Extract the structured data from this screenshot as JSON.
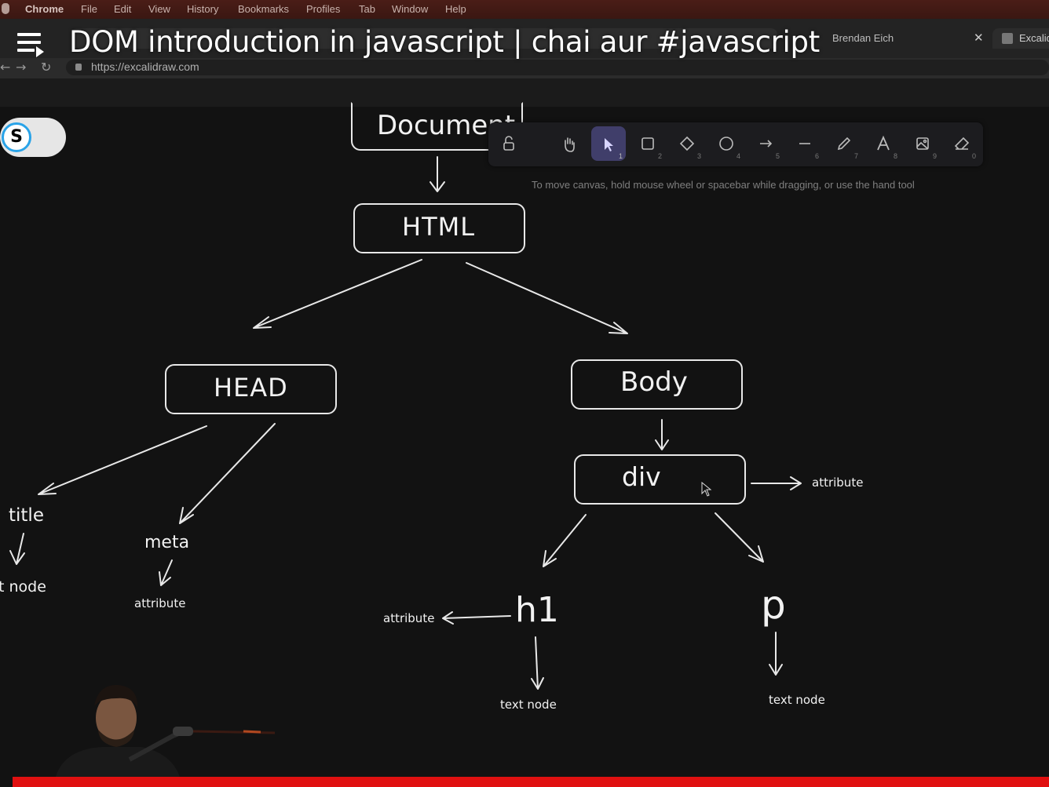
{
  "menubar": {
    "items": [
      "Chrome",
      "File",
      "Edit",
      "View",
      "History",
      "Bookmarks",
      "Profiles",
      "Tab",
      "Window",
      "Help"
    ]
  },
  "browser": {
    "tabs": [
      {
        "label": "Brendan Eich"
      },
      {
        "label": "Excalid"
      }
    ],
    "url": "https://excalidraw.com"
  },
  "video": {
    "title": "DOM introduction in javascript | chai aur #javascript",
    "channel_initial": "S",
    "progress_percent": 99
  },
  "excalidraw": {
    "tools": [
      {
        "icon": "lock-icon",
        "num": ""
      },
      {
        "icon": "hand-icon",
        "num": ""
      },
      {
        "icon": "selection-icon",
        "num": "1"
      },
      {
        "icon": "rectangle-icon",
        "num": "2"
      },
      {
        "icon": "diamond-icon",
        "num": "3"
      },
      {
        "icon": "ellipse-icon",
        "num": "4"
      },
      {
        "icon": "arrow-icon",
        "num": "5"
      },
      {
        "icon": "line-icon",
        "num": "6"
      },
      {
        "icon": "pencil-icon",
        "num": "7"
      },
      {
        "icon": "text-icon",
        "num": "8"
      },
      {
        "icon": "image-icon",
        "num": "9"
      },
      {
        "icon": "eraser-icon",
        "num": "0"
      }
    ],
    "active_tool": "selection-icon",
    "hint": "To move canvas, hold mouse wheel or spacebar while dragging, or use the hand tool"
  },
  "diagram": {
    "document": "Document",
    "html": "HTML",
    "head": "HEAD",
    "body": "Body",
    "div": "div",
    "div_attr": "attribute",
    "title": "title",
    "title_child": "t node",
    "meta": "meta",
    "meta_attr": "attribute",
    "h1": "h1",
    "h1_attr": "attribute",
    "h1_text": "text node",
    "p": "p",
    "p_text": "text node"
  },
  "colors": {
    "canvas": "#121212",
    "stroke": "#e8e8e8",
    "active_tool": "#403e6a",
    "progress": "#e01010"
  }
}
